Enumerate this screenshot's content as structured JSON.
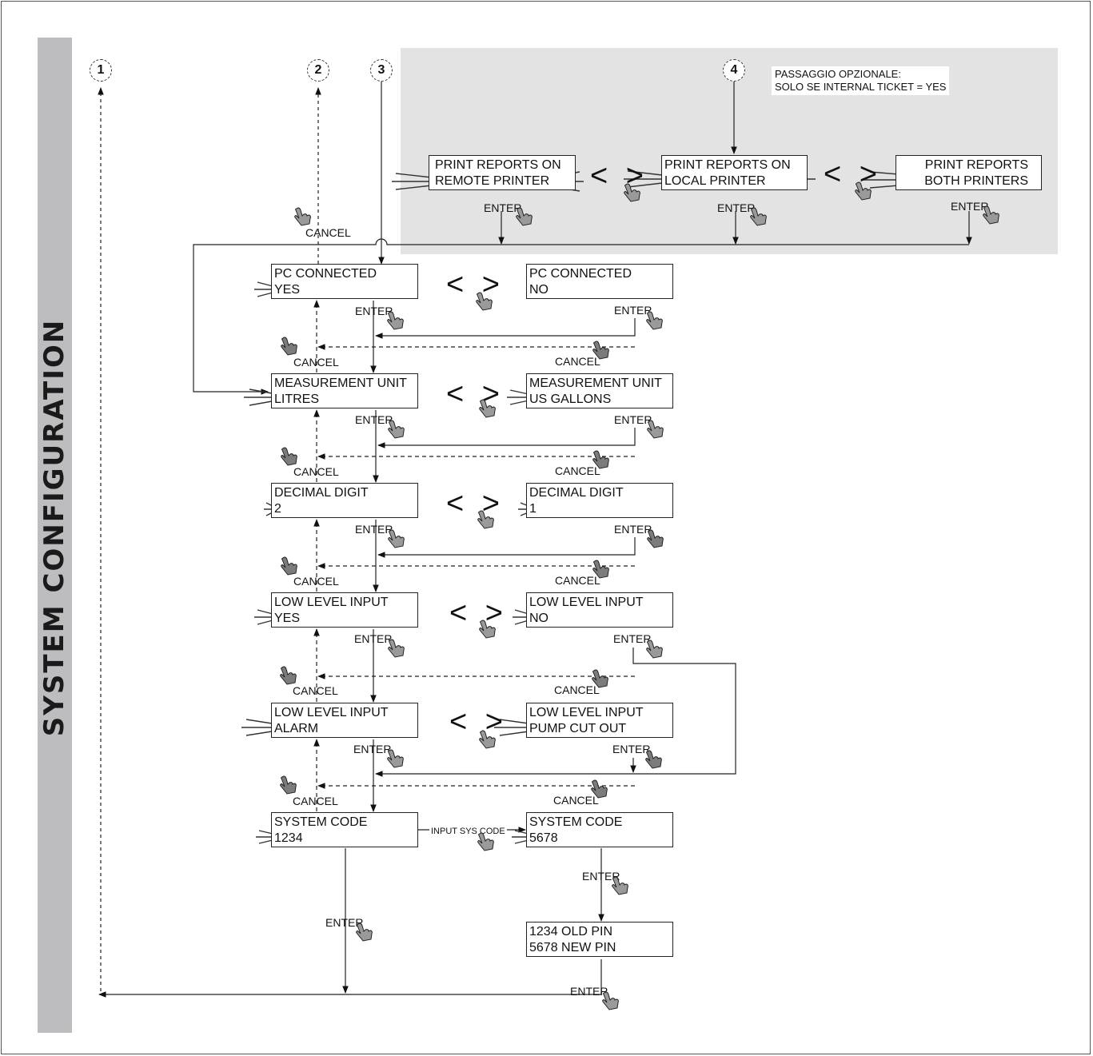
{
  "sidebar": {
    "title": "SYSTEM CONFIGURATION"
  },
  "connectors": {
    "c1": "1",
    "c2": "2",
    "c3": "3",
    "c4": "4"
  },
  "note": {
    "line1": "PASSAGGIO OPZIONALE:",
    "line2": "SOLO SE INTERNAL TICKET = YES"
  },
  "labels": {
    "enter": "ENTER",
    "cancel": "CANCEL",
    "input_sys_code": "INPUT SYS CODE",
    "nav_arrows": "< >"
  },
  "print_reports": {
    "remote": {
      "line1": "PRINT REPORTS ON",
      "line2": "REMOTE PRINTER"
    },
    "local": {
      "line1": "PRINT REPORTS ON",
      "line2": "LOCAL PRINTER"
    },
    "both": {
      "line1": "PRINT REPORTS",
      "line2": "BOTH PRINTERS"
    }
  },
  "steps": {
    "pc_connected": {
      "left": {
        "line1": "PC CONNECTED",
        "line2": "YES"
      },
      "right": {
        "line1": "PC CONNECTED",
        "line2": "NO"
      }
    },
    "measurement_unit": {
      "left": {
        "line1": "MEASUREMENT UNIT",
        "line2": "LITRES"
      },
      "right": {
        "line1": "MEASUREMENT UNIT",
        "line2": "US GALLONS"
      }
    },
    "decimal_digit": {
      "left": {
        "line1": "DECIMAL DIGIT",
        "line2": "2"
      },
      "right": {
        "line1": "DECIMAL DIGIT",
        "line2": "1"
      }
    },
    "low_level_input": {
      "left": {
        "line1": "LOW LEVEL INPUT",
        "line2": "YES"
      },
      "right": {
        "line1": "LOW LEVEL INPUT",
        "line2": "NO"
      }
    },
    "low_level_action": {
      "left": {
        "line1": "LOW LEVEL INPUT",
        "line2": "ALARM"
      },
      "right": {
        "line1": "LOW LEVEL INPUT",
        "line2": "PUMP CUT OUT"
      }
    },
    "system_code": {
      "left": {
        "line1": "SYSTEM CODE",
        "line2": "1234"
      },
      "right": {
        "line1": "SYSTEM CODE",
        "line2": "5678"
      }
    },
    "pin_change": {
      "line1": "1234 OLD PIN",
      "line2": "5678 NEW PIN"
    }
  }
}
